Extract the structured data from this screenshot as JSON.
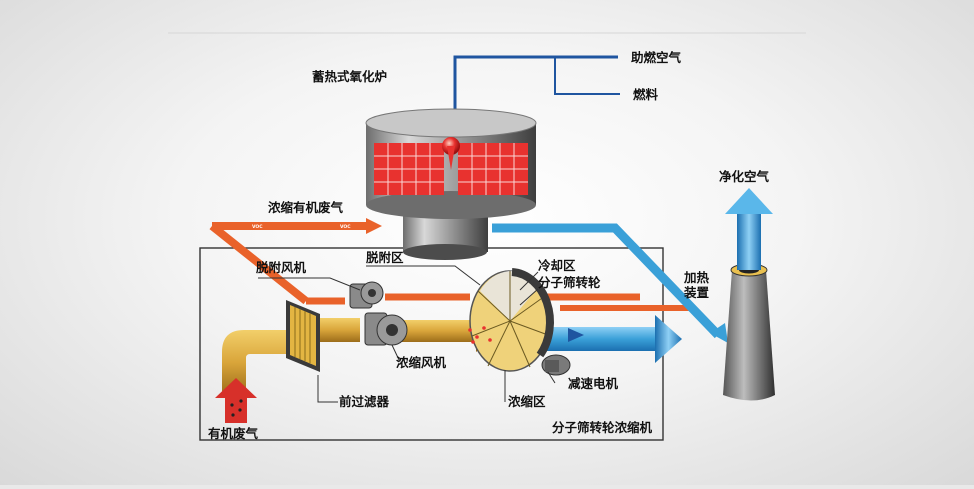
{
  "labels": {
    "rto": "蓄热式氧化炉",
    "combustion_air": "助燃空气",
    "fuel": "燃料",
    "clean_air": "净化空气",
    "concentrated_gas": "浓缩有机废气",
    "desorb_fan": "脱附风机",
    "desorb_zone": "脱附区",
    "cooling_zone": "冷却区",
    "molecular_wheel": "分子筛转轮",
    "heating_device": "加热装置",
    "concentrate_fan": "浓缩风机",
    "reduction_motor": "减速电机",
    "pre_filter": "前过滤器",
    "concentrate_zone": "浓缩区",
    "organic_waste_gas": "有机废气",
    "concentrator": "分子筛转轮浓缩机"
  },
  "colors": {
    "hot_flow": "#e9622a",
    "clean_flow": "#3aa0d8",
    "inlet_flow": "#d9a53a",
    "duct_stroke": "#1f55a0",
    "chamber_red": "#e8322f",
    "furnace_body": "#8e8e8e"
  }
}
